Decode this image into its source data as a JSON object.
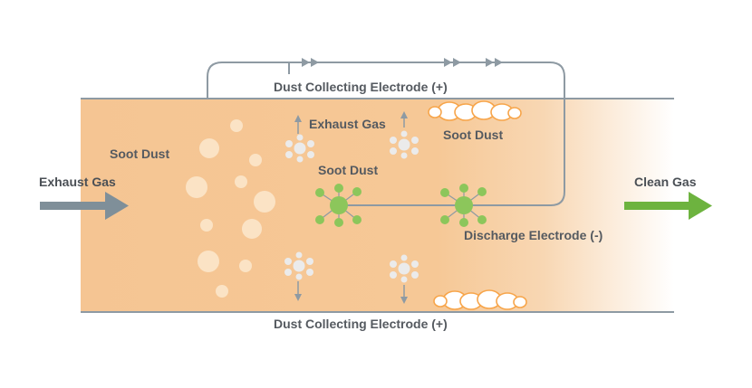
{
  "labels": {
    "exhaust_gas_in": "Exhaust Gas",
    "clean_gas_out": "Clean Gas",
    "electrode_top": "Dust Collecting Electrode (+)",
    "electrode_bottom": "Dust Collecting Electrode (+)",
    "soot_dust_left": "Soot Dust",
    "exhaust_gas_mid": "Exhaust Gas",
    "soot_dust_mid": "Soot Dust",
    "soot_dust_right": "Soot Dust",
    "discharge_electrode": "Discharge Electrode (-)"
  },
  "colors": {
    "duct_fill": "#f5c593",
    "duct_fade": "#ffffff",
    "wall_line": "#8e9aa3",
    "inlet_arrow": "#7f8f99",
    "outlet_arrow": "#6db33f",
    "discharge_node": "#8cc65b",
    "soot_particle": "#fbe3c5",
    "ionized_particle": "#ebebeb",
    "collected_soot": "#f7a54a",
    "label_text": "#555a60"
  }
}
